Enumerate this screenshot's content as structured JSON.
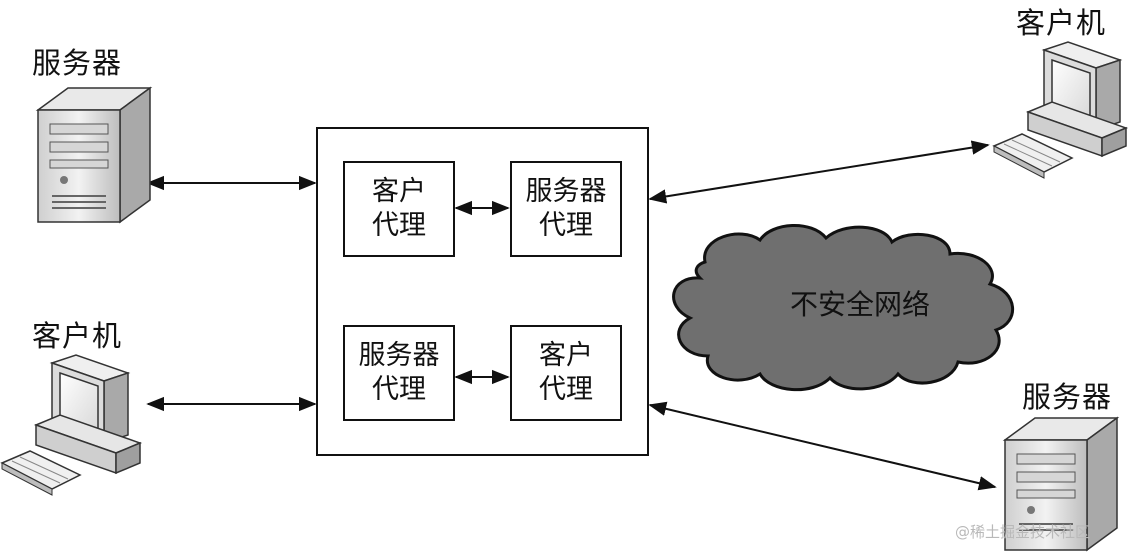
{
  "nodes": {
    "server_top_left": {
      "label": "服务器",
      "icon": "server-icon"
    },
    "client_bottom_left": {
      "label": "客户机",
      "icon": "computer-icon"
    },
    "client_top_right": {
      "label": "客户机",
      "icon": "computer-icon"
    },
    "server_bottom_right": {
      "label": "服务器",
      "icon": "server-icon"
    }
  },
  "proxy": {
    "top_left_box": {
      "line1": "客户",
      "line2": "代理"
    },
    "top_right_box": {
      "line1": "服务器",
      "line2": "代理"
    },
    "bottom_left_box": {
      "line1": "服务器",
      "line2": "代理"
    },
    "bottom_right_box": {
      "line1": "客户",
      "line2": "代理"
    }
  },
  "cloud": {
    "label": "不安全网络",
    "fill": "#6f6f6f"
  },
  "watermark": "@稀土掘金技术社区"
}
